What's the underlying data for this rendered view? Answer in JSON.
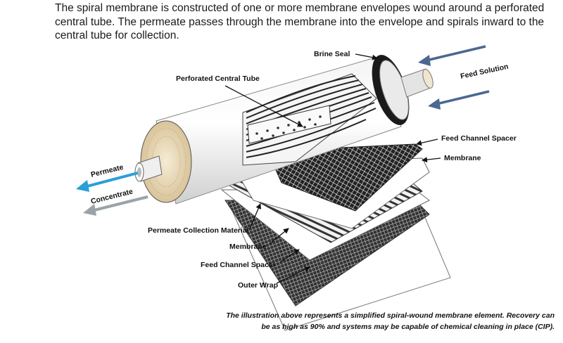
{
  "intro_text": "The spiral membrane is constructed of one or more membrane envelopes wound around a perforated central tube.  The permeate passes through the membrane into the envelope and spirals inward to the central tube for collection.",
  "labels": {
    "brine_seal": "Brine Seal",
    "feed_solution": "Feed Solution",
    "perforated_central_tube": "Perforated Central Tube",
    "feed_channel_spacer_top": "Feed Channel Spacer",
    "membrane_top": "Membrane",
    "permeate": "Permeate",
    "concentrate": "Concentrate",
    "permeate_collection_material": "Permeate Collection Material",
    "membrane_bottom": "Membrane",
    "feed_channel_spacer_bottom": "Feed Channel Spacer",
    "outer_wrap": "Outer Wrap"
  },
  "caption_line1": "The illustration above represents a simplified spiral-wound membrane element. Recovery can",
  "caption_line2": "be as high as 90% and systems may be capable of chemical cleaning in place (CIP).",
  "colors": {
    "permeate_arrow": "#2a9fd8",
    "concentrate_arrow": "#9aa3a8",
    "feed_arrow": "#4a6891",
    "membrane_core": "#e8d9b8"
  }
}
